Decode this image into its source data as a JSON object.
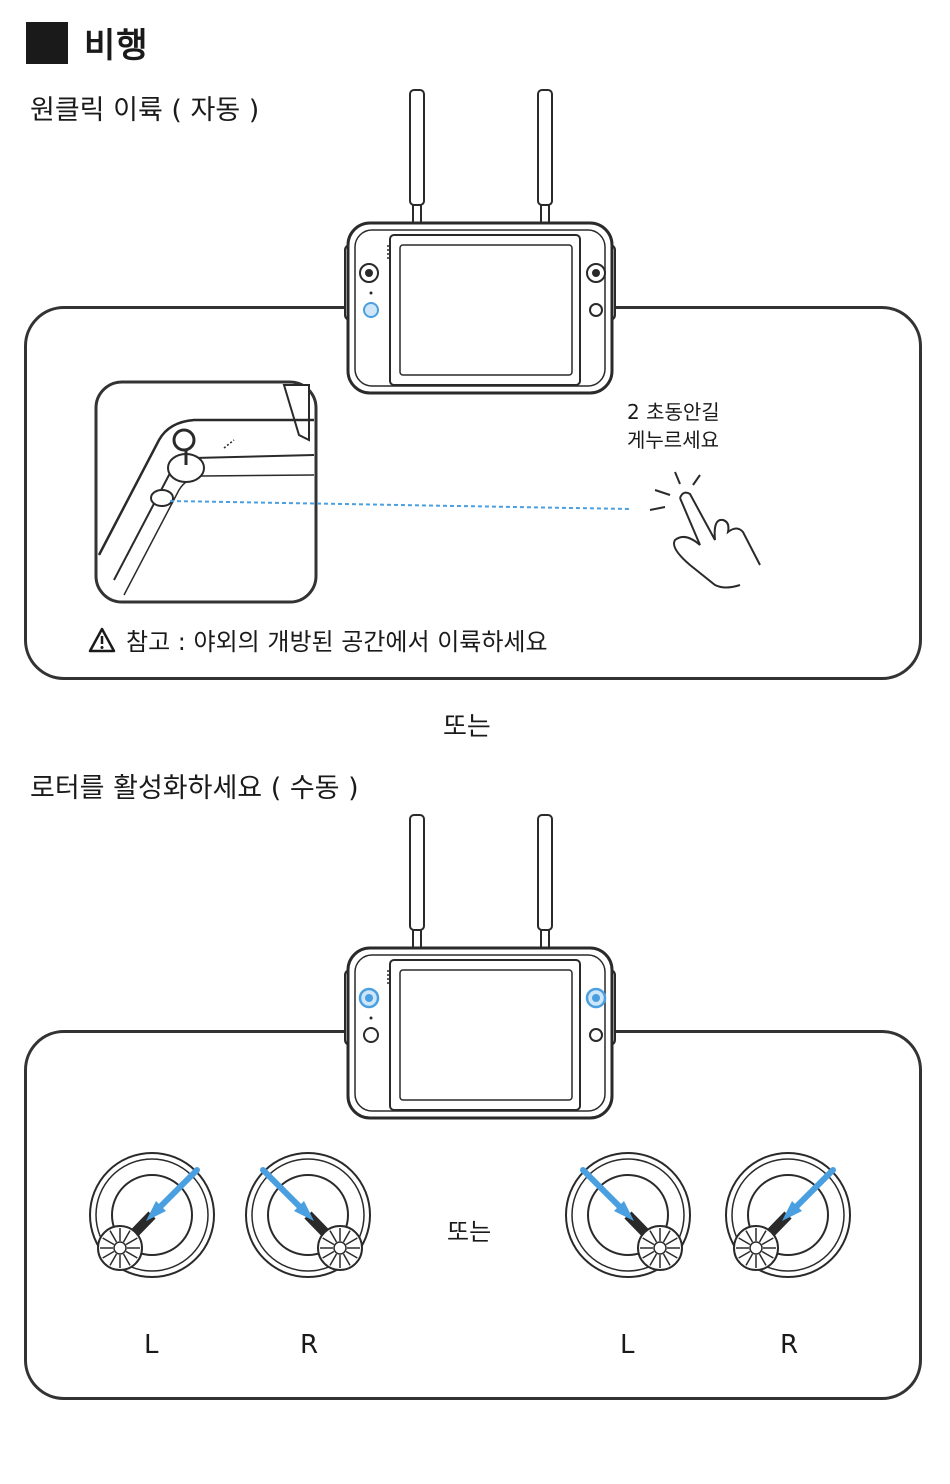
{
  "heading": {
    "title": "비행"
  },
  "auto_section": {
    "title": "원클릭 이륙 ( 자동 )",
    "instruction_line1": "2 초동안길",
    "instruction_line2": "게누르세요",
    "note_label": "참고 : 야외의 개방된 공간에서 이륙하세요"
  },
  "divider": {
    "or_label": "또는"
  },
  "manual_section": {
    "title": "로터를 활성화하세요 ( 수동 )",
    "or_label": "또는",
    "sticks": [
      {
        "label": "L",
        "direction": "down-left"
      },
      {
        "label": "R",
        "direction": "down-right"
      },
      {
        "label": "L",
        "direction": "down-right"
      },
      {
        "label": "R",
        "direction": "down-left"
      }
    ]
  },
  "colors": {
    "accent": "#4a9fe0",
    "line": "#2a2a2a",
    "panel_border": "#333333"
  },
  "icons": [
    "warning-triangle-icon",
    "hand-press-icon",
    "remote-controller-icon",
    "joystick-icon"
  ]
}
